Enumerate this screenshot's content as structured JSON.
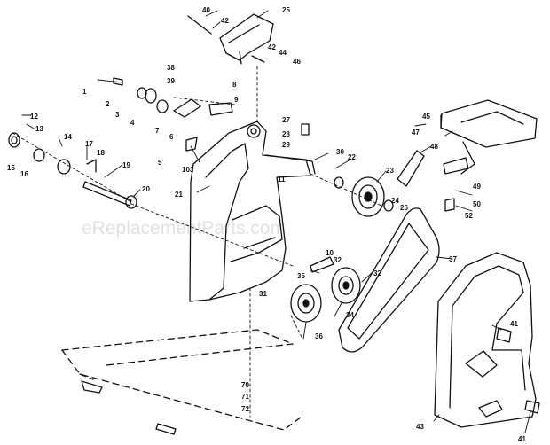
{
  "watermark": "eReplacementParts.com",
  "colors": {
    "ink": "#111111",
    "paper": "#ffffff",
    "watermark": "#c9c9c9"
  },
  "labels": {
    "l1": "1",
    "l2": "2",
    "l3": "3",
    "l4": "4",
    "l5": "5",
    "l6": "6",
    "l7": "7",
    "l8": "8",
    "l9": "9",
    "l10": "10",
    "l11": "11",
    "l12": "12",
    "l13": "13",
    "l14": "14",
    "l15": "15",
    "l16": "16",
    "l17": "17",
    "l18": "18",
    "l19": "19",
    "l20": "20",
    "l21": "21",
    "l22": "22",
    "l23": "23",
    "l24": "24",
    "l25": "25",
    "l26": "26",
    "l27": "27",
    "l28": "28",
    "l29": "29",
    "l30": "30",
    "l31": "31",
    "l32a": "32",
    "l32b": "32",
    "l34": "34",
    "l35": "35",
    "l36": "36",
    "l37": "37",
    "l38": "38",
    "l39": "39",
    "l40": "40",
    "l41a": "41",
    "l41b": "41",
    "l42a": "42",
    "l42b": "42",
    "l43": "43",
    "l44": "44",
    "l45": "45",
    "l46": "46",
    "l47": "47",
    "l48": "48",
    "l49": "49",
    "l50": "50",
    "l52": "52",
    "l70": "70",
    "l71": "71",
    "l72": "72",
    "l103": "103"
  }
}
